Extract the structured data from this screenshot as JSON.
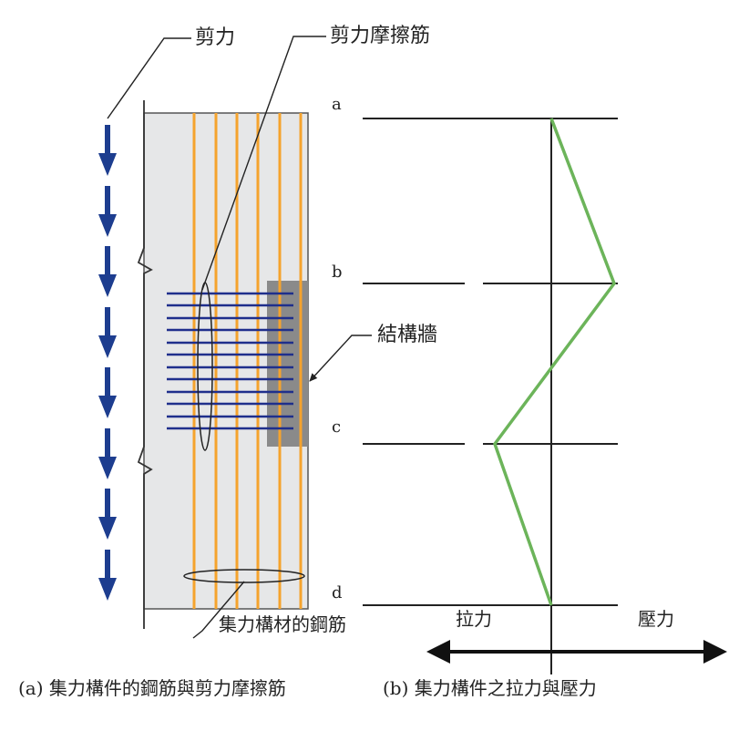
{
  "labels": {
    "shear_force": "剪力",
    "shear_friction_rebar": "剪力摩擦筋",
    "structural_wall": "結構牆",
    "collector_rebar": "集力構材的鋼筋",
    "tension": "拉力",
    "compression": "壓力",
    "caption_a": "(a)  集力構件的鋼筋與剪力摩擦筋",
    "caption_b": "(b)  集力構件之拉力與壓力"
  },
  "levels": {
    "a": "a",
    "b": "b",
    "c": "c",
    "d": "d"
  },
  "colors": {
    "slab": "#e6e7e8",
    "collector_rebar": "#f5a32d",
    "shear_friction_rebar": "#1f2f8c",
    "shear_arrow": "#1d3d8f",
    "wall": "#8a8a8a",
    "force_line": "#6cb45a"
  }
}
